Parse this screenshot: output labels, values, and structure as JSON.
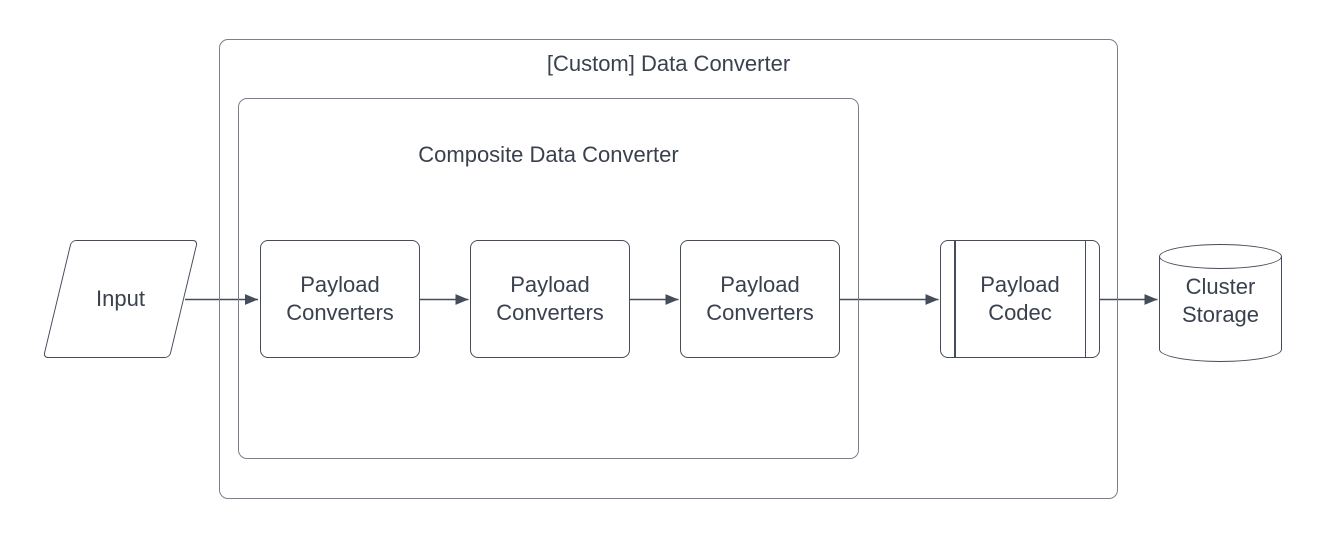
{
  "diagram": {
    "outer_container": {
      "title": "[Custom] Data Converter"
    },
    "composite_container": {
      "title": "Composite Data Converter"
    },
    "nodes": {
      "input": {
        "label": "Input",
        "shape": "parallelogram"
      },
      "converter1": {
        "label": "Payload\nConverters",
        "shape": "rounded-rectangle"
      },
      "converter2": {
        "label": "Payload\nConverters",
        "shape": "rounded-rectangle"
      },
      "converter3": {
        "label": "Payload\nConverters",
        "shape": "rounded-rectangle"
      },
      "codec": {
        "label": "Payload\nCodec",
        "shape": "predefined-process"
      },
      "storage": {
        "label": "Cluster\nStorage",
        "shape": "cylinder"
      }
    },
    "connectors": [
      {
        "from": "input",
        "to": "converter1"
      },
      {
        "from": "converter1",
        "to": "converter2"
      },
      {
        "from": "converter2",
        "to": "converter3"
      },
      {
        "from": "converter3",
        "to": "codec"
      },
      {
        "from": "codec",
        "to": "storage"
      }
    ],
    "colors": {
      "shape_border": "#454d5a",
      "container_border": "#7a818c",
      "text": "#3a414e",
      "background": "#ffffff"
    }
  }
}
